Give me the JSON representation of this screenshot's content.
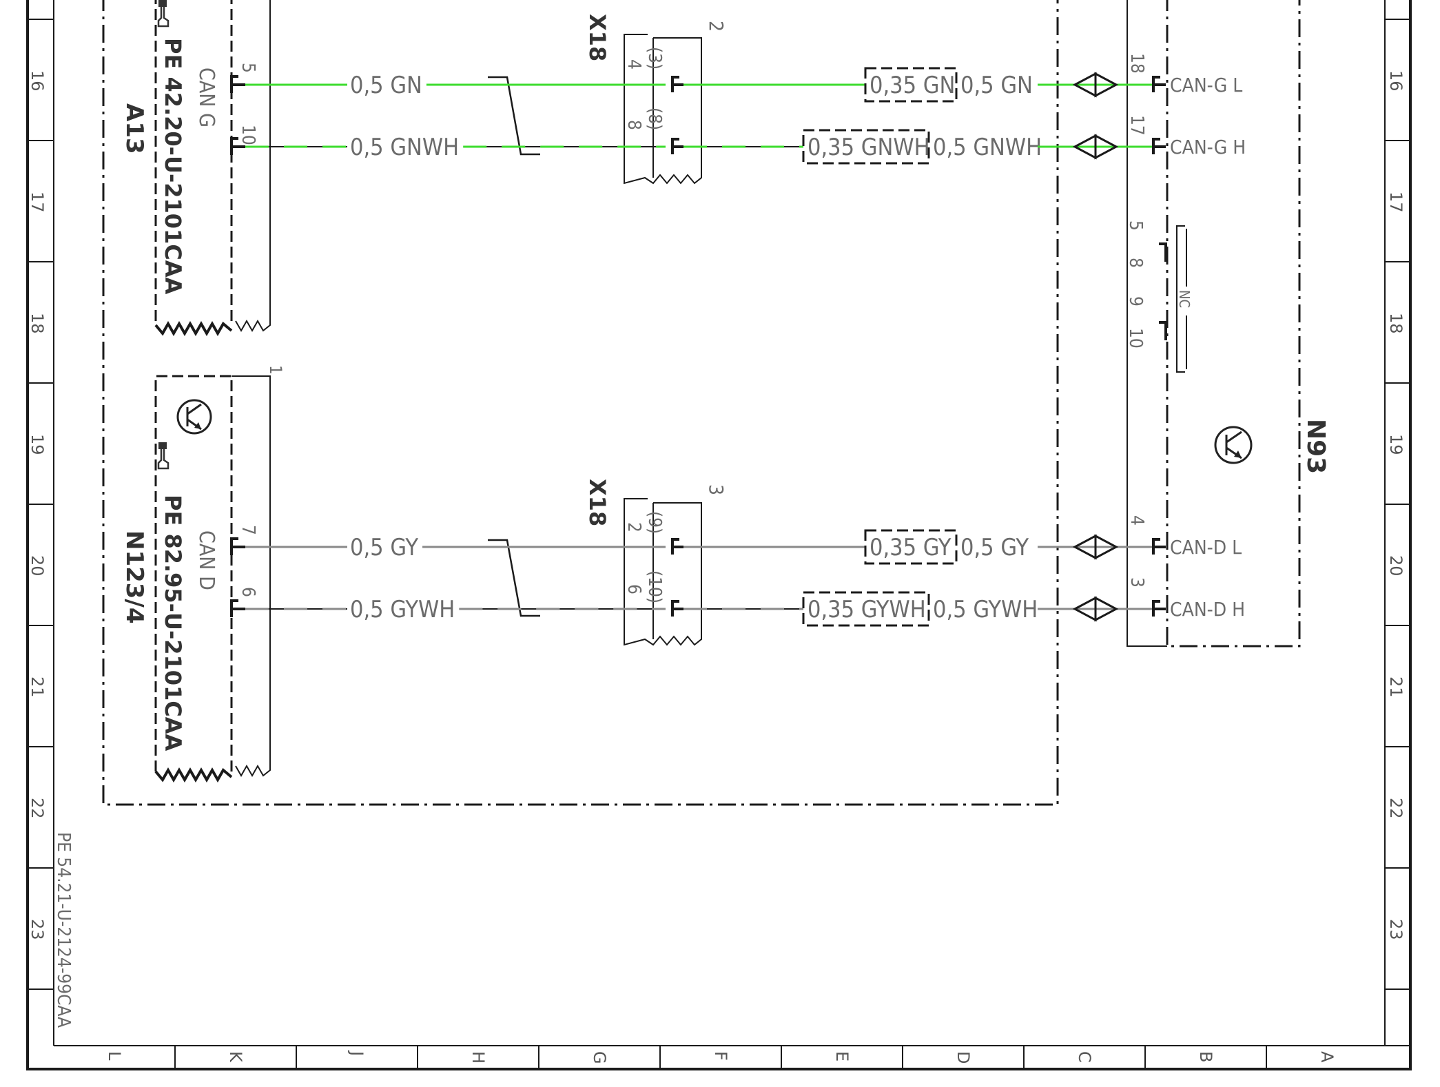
{
  "colors": {
    "green": "#3ddc2e",
    "gray": "#8a8a8a",
    "ink": "#1a1a1a",
    "text": "#6b6b6b"
  },
  "frame": {
    "rows": [
      "16",
      "17",
      "18",
      "19",
      "20",
      "21",
      "22",
      "23"
    ],
    "cols": [
      "L",
      "K",
      "J",
      "H",
      "G",
      "F",
      "E",
      "D",
      "C",
      "B",
      "A"
    ],
    "doc_ref": "PE 54.21-U-2124-99CAA"
  },
  "modules": {
    "a13": {
      "id": "A13",
      "ref": "PE 42.20-U-2101CAA",
      "bus": "CAN G",
      "connector_no": "",
      "pins": [
        "5",
        "10"
      ]
    },
    "n123": {
      "id": "N123/4",
      "ref": "PE 82.95-U-2101CAA",
      "bus": "CAN D",
      "connector_no": "1",
      "pins": [
        "7",
        "6"
      ]
    },
    "n93": {
      "id": "N93",
      "pins": [
        {
          "no": "18",
          "label": "CAN-G L"
        },
        {
          "no": "17",
          "label": "CAN-G H"
        },
        {
          "no": "4",
          "label": "CAN-D L"
        },
        {
          "no": "3",
          "label": "CAN-D H"
        }
      ],
      "nc_pins": [
        "5",
        "8",
        "9",
        "10"
      ],
      "nc_label": "NC"
    }
  },
  "connectors": {
    "x18_top": {
      "id": "X18",
      "number": "2",
      "pins": [
        "4",
        "8"
      ],
      "alt_pins": [
        "(3)",
        "(8)"
      ]
    },
    "x18_bottom": {
      "id": "X18",
      "number": "3",
      "pins": [
        "2",
        "6"
      ],
      "alt_pins": [
        "(9)",
        "(10)"
      ]
    }
  },
  "wires": [
    {
      "left": "0,5 GN",
      "splice": "0,35 GN",
      "right": "0,5 GN",
      "color": "green",
      "dashed": false
    },
    {
      "left": "0,5 GNWH",
      "splice": "0,35 GNWH",
      "right": "0,5 GNWH",
      "color": "green",
      "dashed": true
    },
    {
      "left": "0,5 GY",
      "splice": "0,35 GY",
      "right": "0,5 GY",
      "color": "gray",
      "dashed": false
    },
    {
      "left": "0,5 GYWH",
      "splice": "0,35 GYWH",
      "right": "0,5 GYWH",
      "color": "gray",
      "dashed": true
    }
  ]
}
